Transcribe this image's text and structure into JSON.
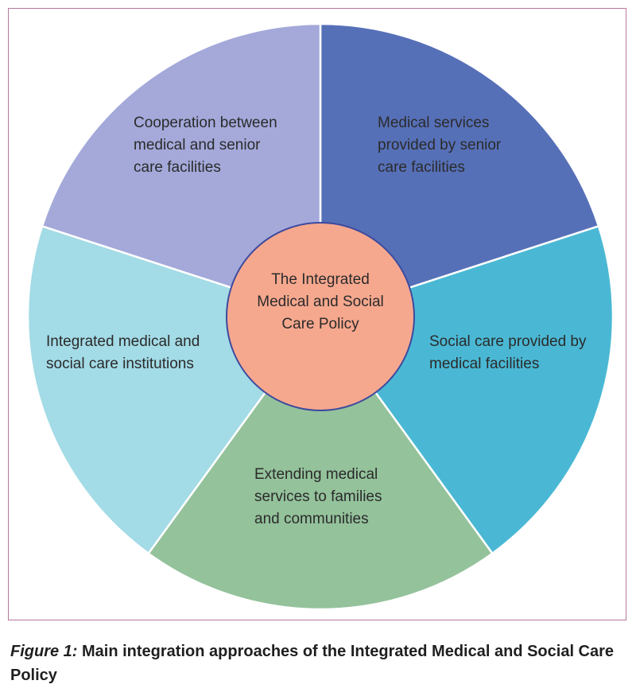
{
  "diagram": {
    "center": {
      "lines": [
        "The Integrated",
        "Medical and Social",
        "Care Policy"
      ],
      "color": "#f6a88e"
    },
    "segments": [
      {
        "lines": [
          "Medical services",
          "provided by senior",
          "care facilities"
        ],
        "color": "#5670b8"
      },
      {
        "lines": [
          "Social care provided by",
          "medical facilities"
        ],
        "color": "#4ab8d4"
      },
      {
        "lines": [
          "Extending medical",
          "services to families",
          "and communities"
        ],
        "color": "#94c29b"
      },
      {
        "lines": [
          "Integrated medical and",
          "social care institutions"
        ],
        "color": "#a3dbe6"
      },
      {
        "lines": [
          "Cooperation between",
          "medical and senior",
          "care facilities"
        ],
        "color": "#a4a9da"
      }
    ],
    "border_color": "#b8789a",
    "center_stroke": "#3d4a9e"
  },
  "caption": {
    "label": "Figure 1:",
    "text": " Main integration approaches of the Integrated Medical and Social Care Policy"
  }
}
